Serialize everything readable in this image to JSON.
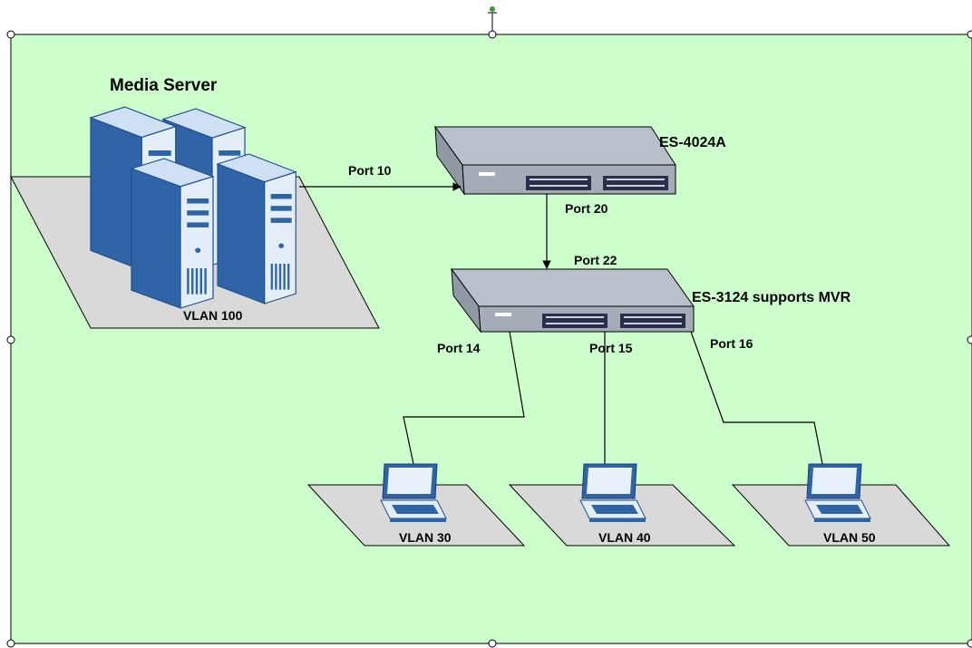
{
  "diagram": {
    "title": "Media Server",
    "devices": {
      "core_switch": "ES-4024A",
      "access_switch": "ES-3124 supports MVR"
    },
    "ports": {
      "server_uplink": "Port 10",
      "core_downlink": "Port 20",
      "access_uplink": "Port 22",
      "to_vlan30": "Port 14",
      "to_vlan40": "Port 15",
      "to_vlan50": "Port 16"
    },
    "vlans": {
      "server": "VLAN 100",
      "client_a": "VLAN 30",
      "client_b": "VLAN 40",
      "client_c": "VLAN 50"
    },
    "colors": {
      "background": "#ccffcc",
      "platform": "#d9d9d9",
      "server_body": "#2f64a6",
      "server_face": "#dce8f8",
      "switch_body": "#aeb6c0",
      "switch_front": "#9aa3ae",
      "port_panel": "#2a2f4a"
    }
  }
}
